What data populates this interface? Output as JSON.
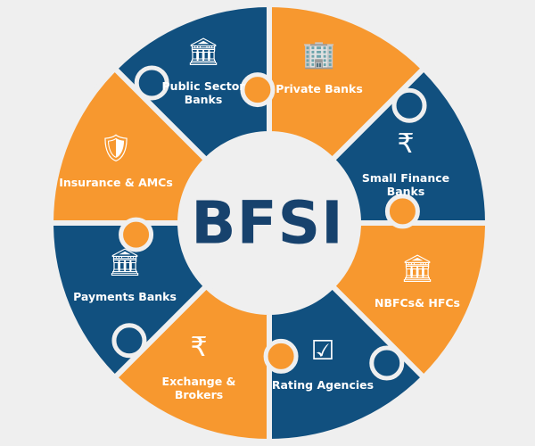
{
  "title": "BFSI",
  "colors": {
    "blue": "#11507f",
    "orange": "#f7982f",
    "background": "#efefef",
    "center_text": "#17426d"
  },
  "segments": [
    {
      "label": "Private Banks",
      "color": "orange",
      "icon": "building-icon",
      "glyph": "🏢"
    },
    {
      "label": "Small Finance Banks",
      "color": "blue",
      "icon": "rupee-hand-icon",
      "glyph": "₹"
    },
    {
      "label": "NBFCs& HFCs",
      "color": "orange",
      "icon": "bank-icon",
      "glyph": "🏛"
    },
    {
      "label": "Rating Agencies",
      "color": "blue",
      "icon": "checklist-icon",
      "glyph": "☑"
    },
    {
      "label": "Exchange & Brokers",
      "color": "orange",
      "icon": "broker-icon",
      "glyph": "₹"
    },
    {
      "label": "Payments Banks",
      "color": "blue",
      "icon": "bank-coins-icon",
      "glyph": "🏛"
    },
    {
      "label": "Insurance & AMCs",
      "color": "orange",
      "icon": "shield-hands-icon",
      "glyph": "🛡"
    },
    {
      "label": "Public Sector Banks",
      "color": "blue",
      "icon": "bank-icon",
      "glyph": "🏛"
    }
  ]
}
